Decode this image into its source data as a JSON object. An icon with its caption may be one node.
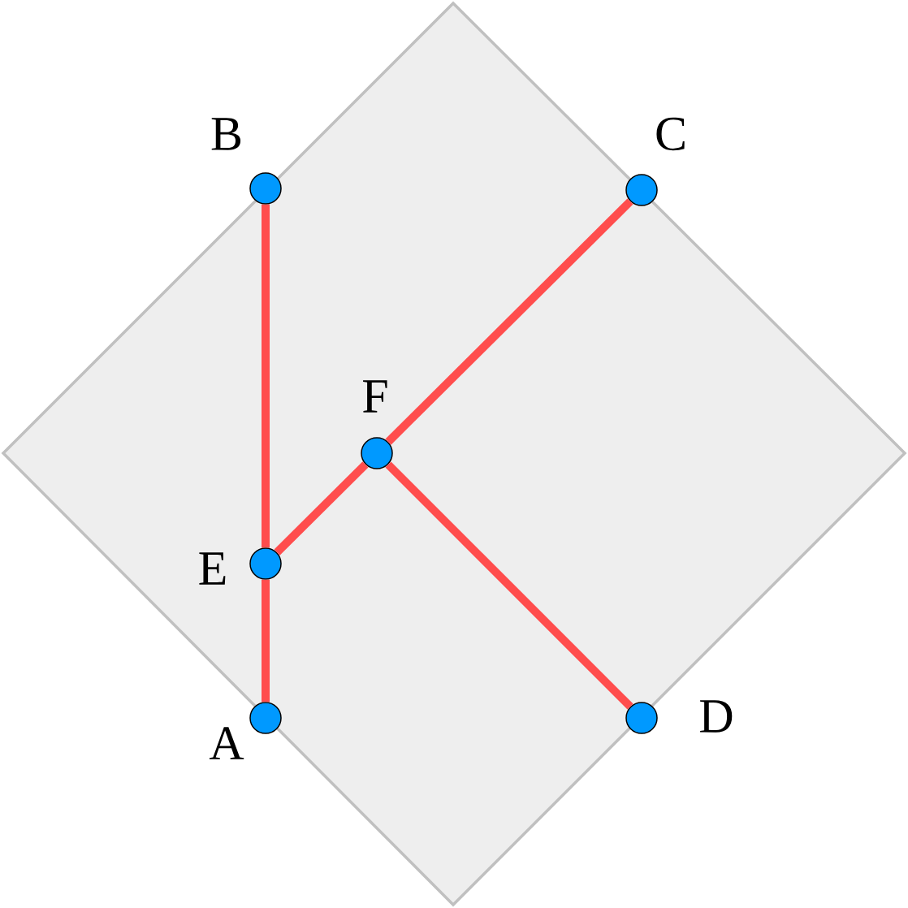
{
  "diagram": {
    "nodes": [
      {
        "text": [
          "B"
        ]
      },
      {
        "text": [
          "C"
        ]
      },
      {
        "text": [
          "F"
        ]
      },
      {
        "text": [
          "E"
        ]
      },
      {
        "text": [
          "A"
        ]
      },
      {
        "text": [
          "D"
        ]
      }
    ],
    "edges": [
      {
        "from": 0,
        "to": 3,
        "arrow": "none"
      },
      {
        "from": 3,
        "to": 4,
        "arrow": "none"
      },
      {
        "from": 3,
        "to": 2,
        "arrow": "none"
      },
      {
        "from": 2,
        "to": 1,
        "arrow": "none"
      },
      {
        "from": 2,
        "to": 5,
        "arrow": "none"
      }
    ]
  }
}
